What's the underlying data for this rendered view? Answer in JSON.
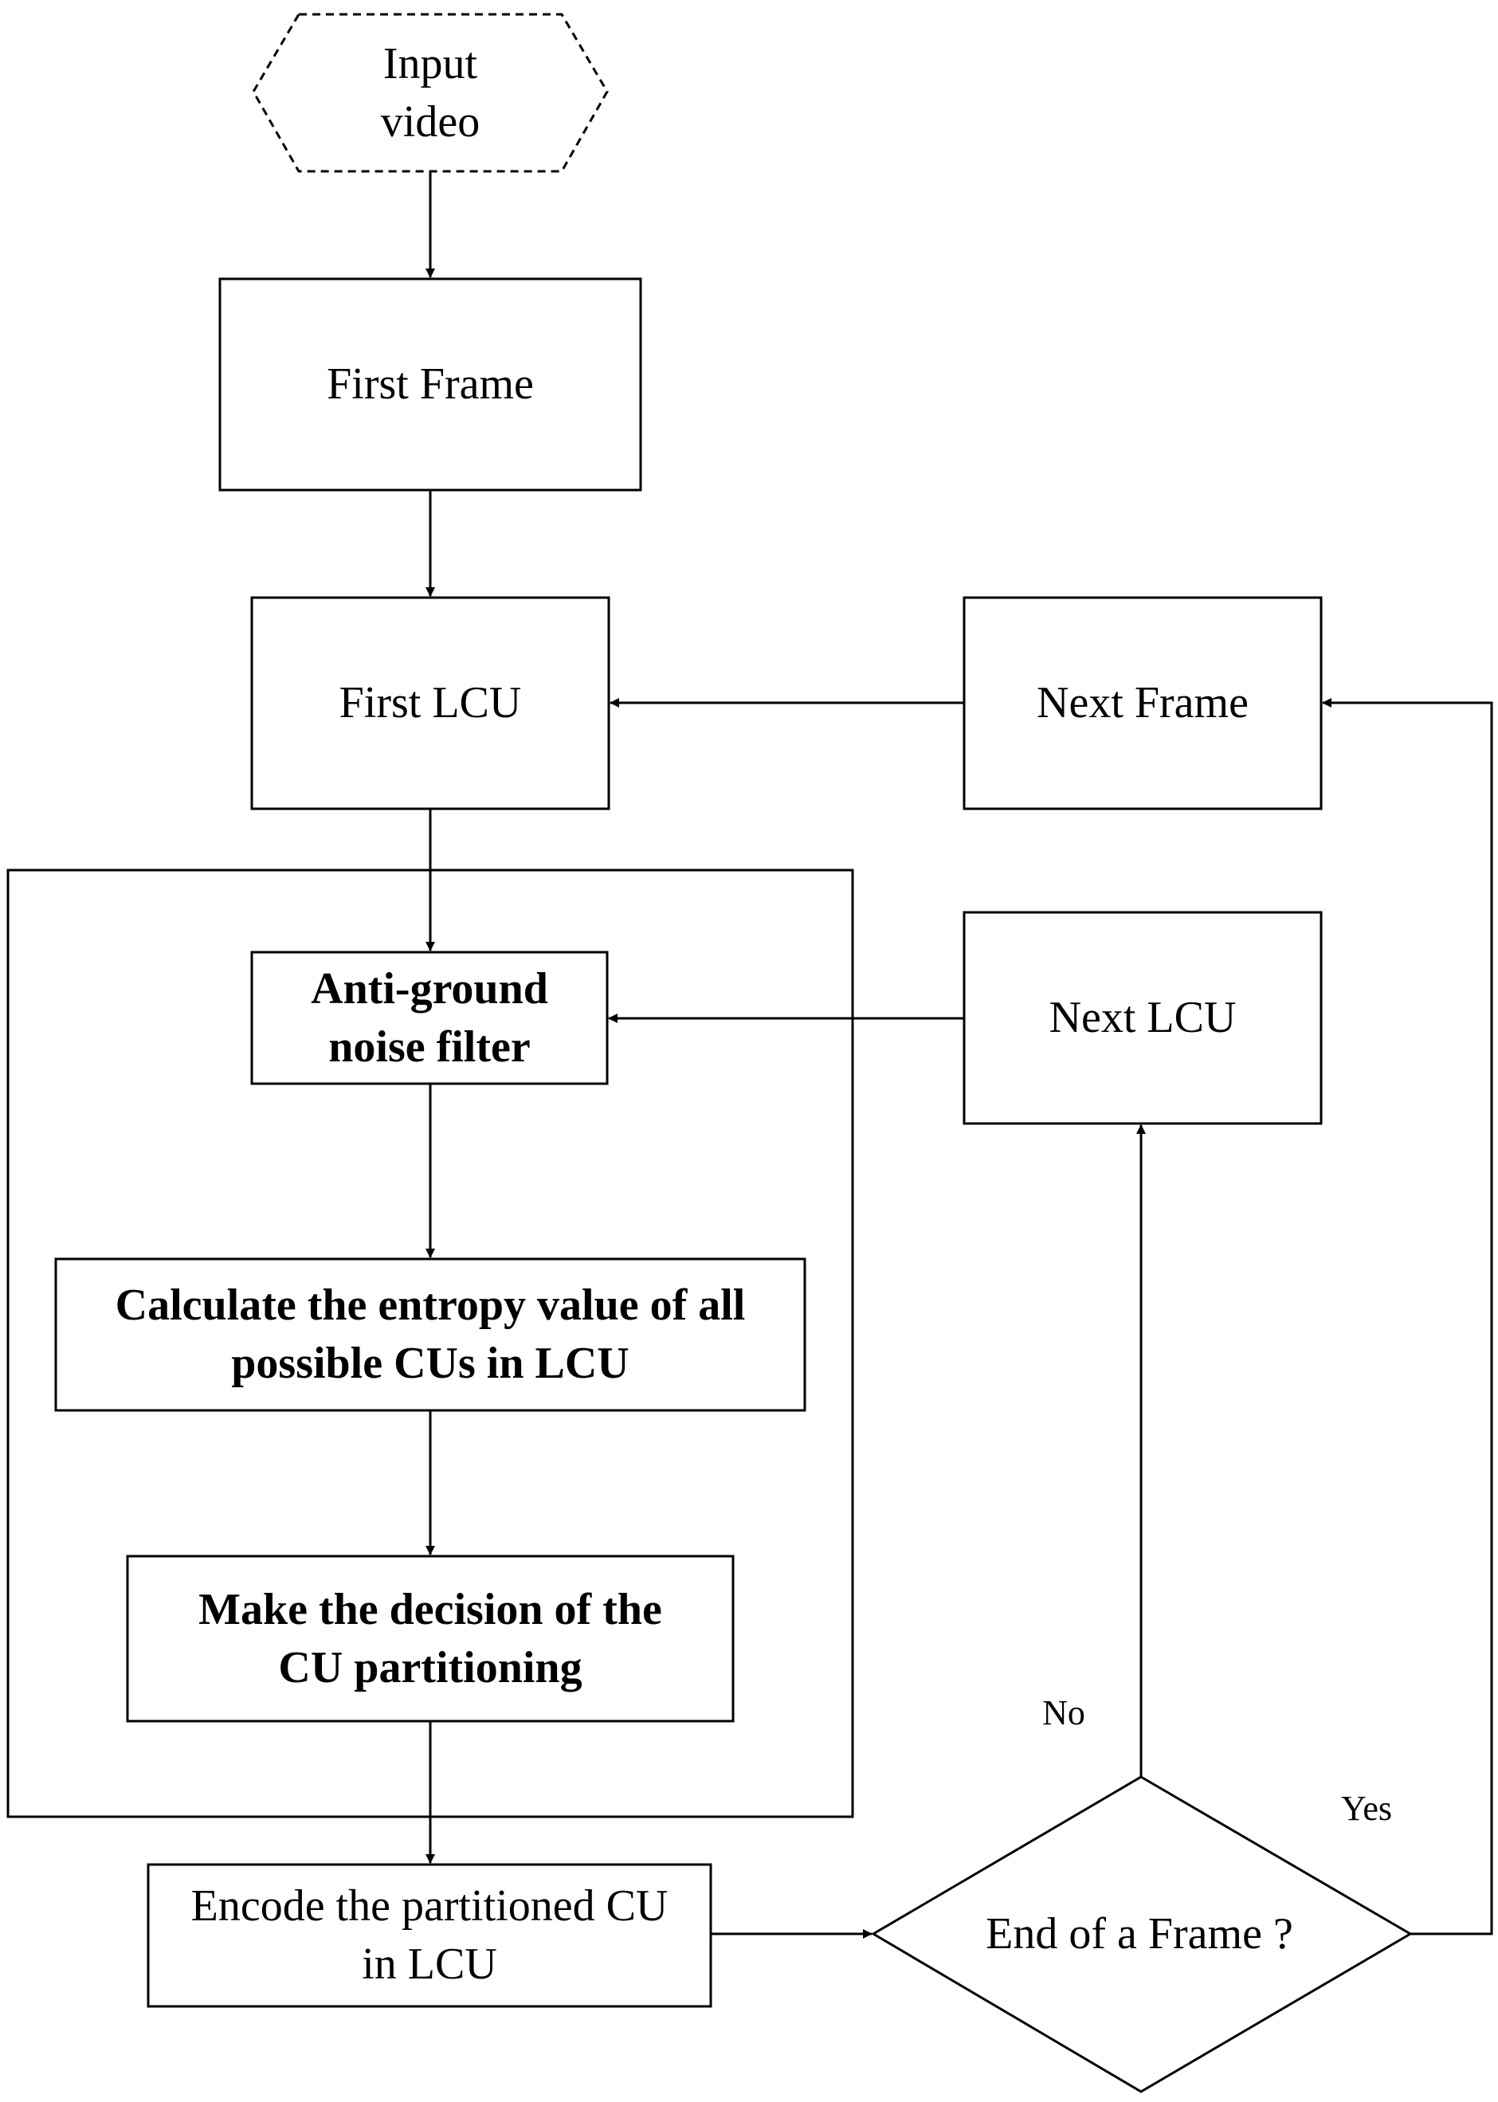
{
  "nodes": {
    "input_video": "Input\nvideo",
    "first_frame": "First Frame",
    "first_lcu": "First LCU",
    "next_frame": "Next Frame",
    "next_lcu": "Next LCU",
    "anti_ground_noise_filter": "Anti-ground\nnoise filter",
    "calculate_entropy": "Calculate the entropy value of all\npossible CUs in LCU",
    "make_decision": "Make the decision of the\nCU partitioning",
    "encode_cu": "Encode the partitioned CU\nin LCU",
    "end_of_frame": "End of a Frame ?"
  },
  "edge_labels": {
    "no": "No",
    "yes": "Yes"
  }
}
